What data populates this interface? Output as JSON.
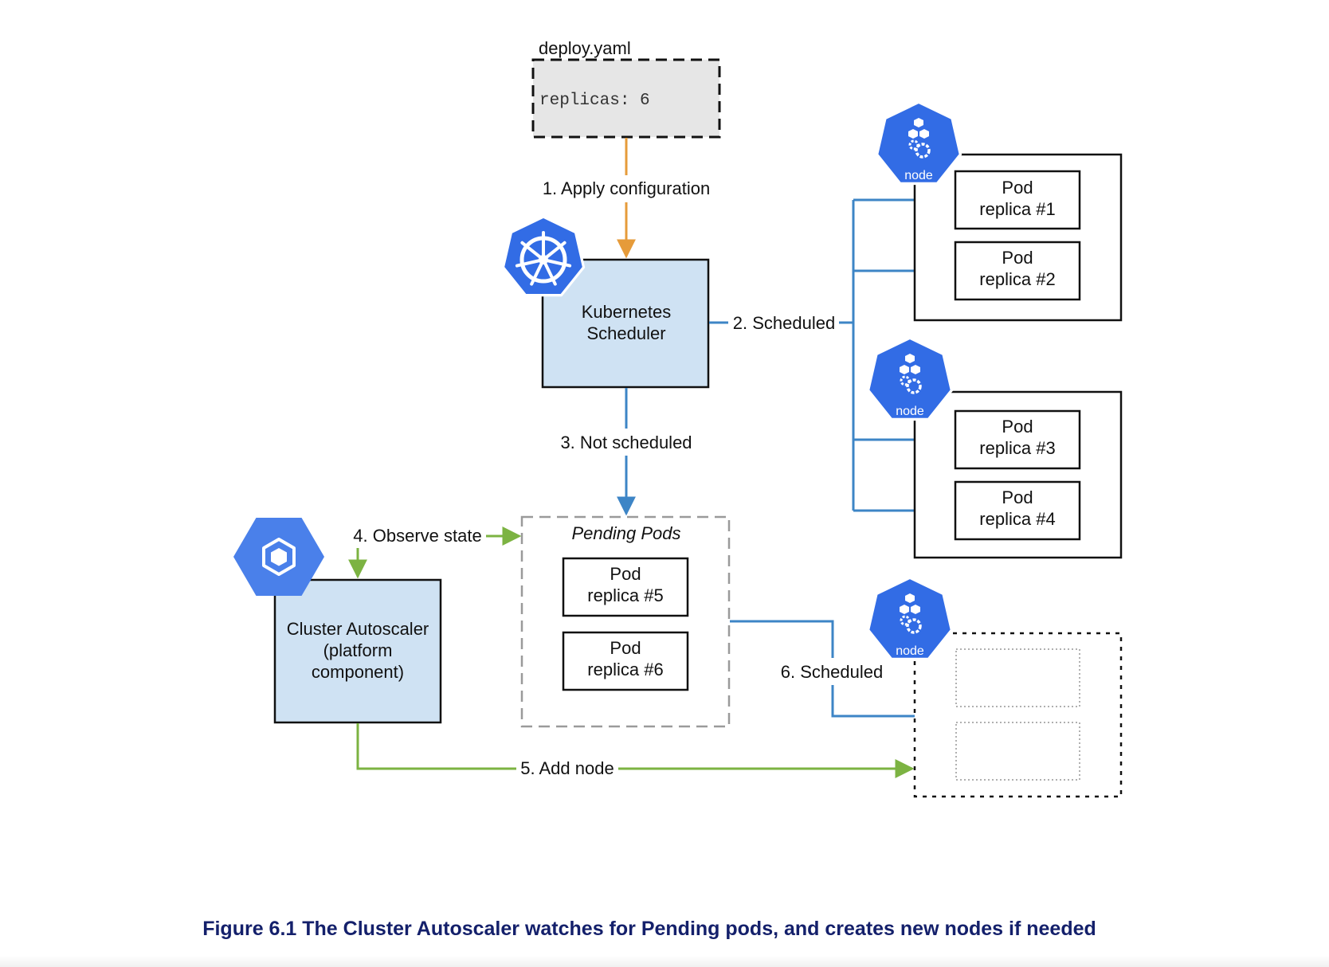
{
  "colors": {
    "k8s_blue": "#326ce5",
    "gcp_blue": "#4a80ea",
    "box_fill": "#cfe2f3",
    "config_fill": "#e6e6e6",
    "orange_arrow": "#e69b3a",
    "blue_arrow": "#3d85c6",
    "green_arrow": "#7cb342",
    "caption": "#14206b"
  },
  "config": {
    "filename": "deploy.yaml",
    "content": "replicas: 6"
  },
  "scheduler": {
    "line1": "Kubernetes",
    "line2": "Scheduler",
    "icon": "kubernetes-helm-icon"
  },
  "autoscaler": {
    "line1": "Cluster Autoscaler",
    "line2": "(platform",
    "line3": "component)",
    "icon": "gcp-cube-icon"
  },
  "pending": {
    "title": "Pending Pods"
  },
  "pods": [
    {
      "line1": "Pod",
      "line2": "replica #1"
    },
    {
      "line1": "Pod",
      "line2": "replica #2"
    },
    {
      "line1": "Pod",
      "line2": "replica #3"
    },
    {
      "line1": "Pod",
      "line2": "replica #4"
    },
    {
      "line1": "Pod",
      "line2": "replica #5"
    },
    {
      "line1": "Pod",
      "line2": "replica #6"
    }
  ],
  "nodes": [
    {
      "label": "node",
      "icon": "k8s-node-icon"
    },
    {
      "label": "node",
      "icon": "k8s-node-icon"
    },
    {
      "label": "node",
      "icon": "k8s-node-icon"
    }
  ],
  "steps": {
    "s1": "1. Apply configuration",
    "s2": "2. Scheduled",
    "s3": "3. Not scheduled",
    "s4": "4. Observe state",
    "s5": "5. Add node",
    "s6": "6. Scheduled"
  },
  "caption": "Figure 6.1 The Cluster Autoscaler watches for Pending pods, and creates new nodes if needed"
}
